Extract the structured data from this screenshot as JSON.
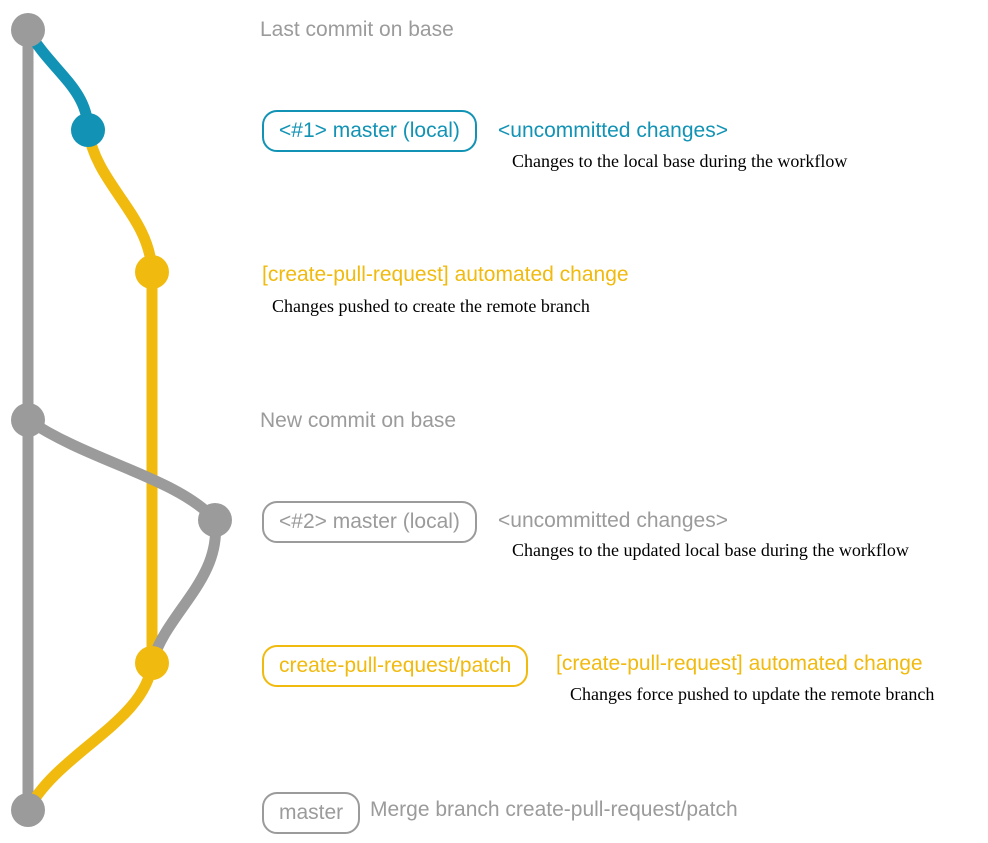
{
  "colors": {
    "gray": "#9b9b9b",
    "teal": "#1293b5",
    "yellow": "#f1ba0e",
    "ink": "#000000"
  },
  "rows": {
    "last_commit": {
      "label": "Last commit on base"
    },
    "local1": {
      "badge": "<#1> master (local)",
      "status": "<uncommitted changes>",
      "caption": "Changes to the local base during the workflow"
    },
    "push1": {
      "message": "[create-pull-request] automated change",
      "caption": "Changes pushed to create the remote branch"
    },
    "new_commit": {
      "label": "New commit on base"
    },
    "local2": {
      "badge": "<#2> master (local)",
      "status": "<uncommitted changes>",
      "caption": "Changes to the updated local base during the workflow"
    },
    "push2": {
      "badge": "create-pull-request/patch",
      "message": "[create-pull-request] automated change",
      "caption": "Changes force pushed to update the remote branch"
    },
    "merge": {
      "badge": "master",
      "label": "Merge branch create-pull-request/patch"
    }
  }
}
